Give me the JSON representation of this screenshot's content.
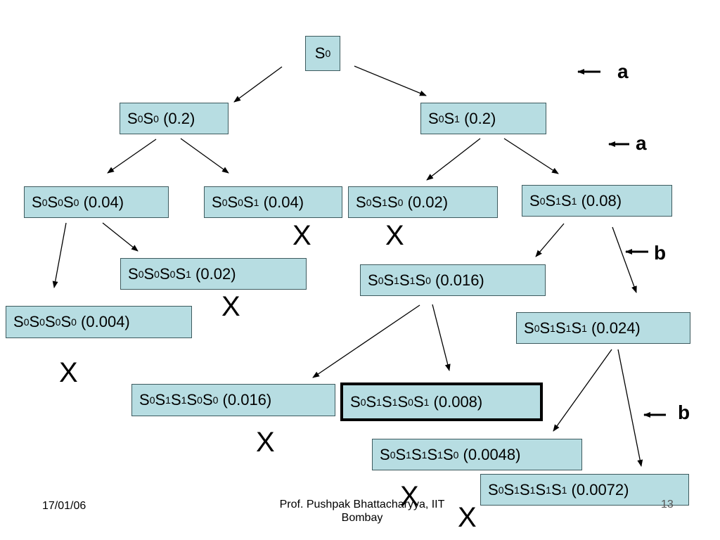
{
  "nodes": [
    {
      "id": "s0",
      "label": "S0",
      "states": [
        "0"
      ],
      "prob": ""
    },
    {
      "id": "s0s0",
      "label": "S0S0 (0.2)",
      "states": [
        "0",
        "0"
      ],
      "prob": "(0.2)"
    },
    {
      "id": "s0s1",
      "label": "S0S1 (0.2)",
      "states": [
        "0",
        "1"
      ],
      "prob": "(0.2)"
    },
    {
      "id": "s0s0s0",
      "label": "S0S0S0 (0.04)",
      "states": [
        "0",
        "0",
        "0"
      ],
      "prob": "(0.04)"
    },
    {
      "id": "s0s0s1",
      "label": "S0S0S1 (0.04)",
      "states": [
        "0",
        "0",
        "1"
      ],
      "prob": "(0.04)"
    },
    {
      "id": "s0s1s0",
      "label": "S0S1S0 (0.02)",
      "states": [
        "0",
        "1",
        "0"
      ],
      "prob": "(0.02)"
    },
    {
      "id": "s0s1s1",
      "label": "S0S1S1 (0.08)",
      "states": [
        "0",
        "1",
        "1"
      ],
      "prob": "(0.08)"
    },
    {
      "id": "s0s0s0s1",
      "label": "S0S0S0S1 (0.02)",
      "states": [
        "0",
        "0",
        "0",
        "1"
      ],
      "prob": "(0.02)"
    },
    {
      "id": "s0s0s0s0",
      "label": "S0S0S0S0 (0.004)",
      "states": [
        "0",
        "0",
        "0",
        "0"
      ],
      "prob": "(0.004)"
    },
    {
      "id": "s0s1s1s0",
      "label": "S0S1S1S0 (0.016)",
      "states": [
        "0",
        "1",
        "1",
        "0"
      ],
      "prob": "(0.016)"
    },
    {
      "id": "s0s1s1s1",
      "label": "S0S1S1S1 (0.024)",
      "states": [
        "0",
        "1",
        "1",
        "1"
      ],
      "prob": "(0.024)"
    },
    {
      "id": "s0s1s1s0s0",
      "label": "S0S1S1S0S0 (0.016)",
      "states": [
        "0",
        "1",
        "1",
        "0",
        "0"
      ],
      "prob": "(0.016)"
    },
    {
      "id": "s0s1s1s0s1",
      "label": "S0S1S1S0S1 (0.008)",
      "states": [
        "0",
        "1",
        "1",
        "0",
        "1"
      ],
      "prob": "(0.008)"
    },
    {
      "id": "s0s1s1s1s0",
      "label": "S0S1S1S1S0 (0.0048)",
      "states": [
        "0",
        "1",
        "1",
        "1",
        "0"
      ],
      "prob": "(0.0048)"
    },
    {
      "id": "s0s1s1s1s1",
      "label": "S0S1S1S1S1 (0.0072)",
      "states": [
        "0",
        "1",
        "1",
        "1",
        "1"
      ],
      "prob": "(0.0072)"
    }
  ],
  "edges": [
    [
      "s0",
      "s0s0"
    ],
    [
      "s0",
      "s0s1"
    ],
    [
      "s0s0",
      "s0s0s0"
    ],
    [
      "s0s0",
      "s0s0s1"
    ],
    [
      "s0s1",
      "s0s1s0"
    ],
    [
      "s0s1",
      "s0s1s1"
    ],
    [
      "s0s0s0",
      "s0s0s0s0"
    ],
    [
      "s0s0s0",
      "s0s0s0s1"
    ],
    [
      "s0s1s1",
      "s0s1s1s0"
    ],
    [
      "s0s1s1",
      "s0s1s1s1"
    ],
    [
      "s0s1s1s0",
      "s0s1s1s0s0"
    ],
    [
      "s0s1s1s0",
      "s0s1s1s0s1"
    ],
    [
      "s0s1s1s1",
      "s0s1s1s1s0"
    ],
    [
      "s0s1s1s1",
      "s0s1s1s1s1"
    ]
  ],
  "pruned_mark": "X",
  "level_marks": [
    {
      "arrow": "←",
      "symbol": "a"
    },
    {
      "arrow": "←",
      "symbol": "a"
    },
    {
      "arrow": "←",
      "symbol": "b"
    },
    {
      "arrow": "←",
      "symbol": "b"
    }
  ],
  "footer": {
    "date": "17/01/06",
    "author_line1": "Prof. Pushpak Bhattacharyya, IIT",
    "author_line2": "Bombay",
    "slide_number": "13"
  }
}
